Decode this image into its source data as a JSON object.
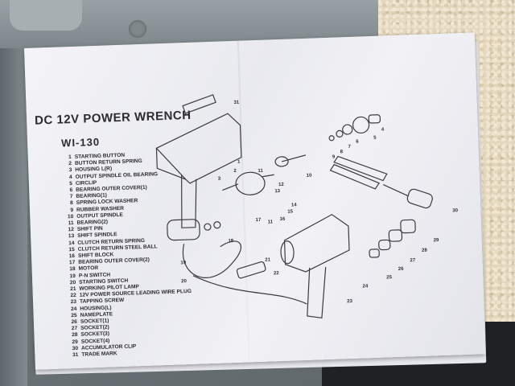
{
  "scene": {
    "description": "Photo of a printed exploded-view parts diagram sheet lying on a grey plastic tool case on gravel",
    "colors": {
      "paper": "#f0f0f4",
      "case": "#7b8488",
      "gravel": "#e2d6bd",
      "ink": "#2c2c30",
      "cable": "#1b1c1d"
    }
  },
  "document": {
    "title": "DC 12V POWER WRENCH",
    "model": "WI-130",
    "parts": [
      {
        "num": "1",
        "name": "STARTING BUTTON"
      },
      {
        "num": "2",
        "name": "BUTTON RETURN SPRING"
      },
      {
        "num": "3",
        "name": "HOUSING L(R)"
      },
      {
        "num": "4",
        "name": "OUTPUT SPINDLE OIL BEARING"
      },
      {
        "num": "5",
        "name": "CIRCLIP"
      },
      {
        "num": "6",
        "name": "BEARING OUTER COVER(1)"
      },
      {
        "num": "7",
        "name": "BEARING(1)"
      },
      {
        "num": "8",
        "name": "SPRING LOCK WASHER"
      },
      {
        "num": "9",
        "name": "RUBBER WASHER"
      },
      {
        "num": "10",
        "name": "OUTPUT SPINDLE"
      },
      {
        "num": "11",
        "name": "BEARING(2)"
      },
      {
        "num": "12",
        "name": "SHIFT PIN"
      },
      {
        "num": "13",
        "name": "SHIFT SPINDLE"
      },
      {
        "num": "14",
        "name": "CLUTCH RETURN SPRING"
      },
      {
        "num": "15",
        "name": "CLUTCH RETURN STEEL BALL"
      },
      {
        "num": "16",
        "name": "SHIFT BLOCK"
      },
      {
        "num": "17",
        "name": "BEARING OUTER COVER(2)"
      },
      {
        "num": "18",
        "name": "MOTOR"
      },
      {
        "num": "19",
        "name": "P-N SWITCH"
      },
      {
        "num": "20",
        "name": "STARTING SWITCH"
      },
      {
        "num": "21",
        "name": "WORKING PILOT LAMP"
      },
      {
        "num": "22",
        "name": "12V POWER SOURCE LEADING WIRE PLUG"
      },
      {
        "num": "23",
        "name": "TAPPING SCREW"
      },
      {
        "num": "24",
        "name": "HOUSING(L)"
      },
      {
        "num": "25",
        "name": "NAMEPLATE"
      },
      {
        "num": "26",
        "name": "SOCKET(1)"
      },
      {
        "num": "27",
        "name": "SOCKET(2)"
      },
      {
        "num": "28",
        "name": "SOCKET(3)"
      },
      {
        "num": "29",
        "name": "SOCKET(4)"
      },
      {
        "num": "30",
        "name": "ACCUMULATOR CLIP"
      },
      {
        "num": "31",
        "name": "TRADE MARK"
      }
    ],
    "callouts": [
      "31",
      "1",
      "2",
      "3",
      "11",
      "10",
      "13",
      "12",
      "4",
      "5",
      "6",
      "7",
      "8",
      "9",
      "30",
      "14",
      "15",
      "16",
      "17",
      "11",
      "18",
      "19",
      "20",
      "21",
      "22",
      "29",
      "28",
      "27",
      "26",
      "25",
      "24",
      "23"
    ]
  }
}
